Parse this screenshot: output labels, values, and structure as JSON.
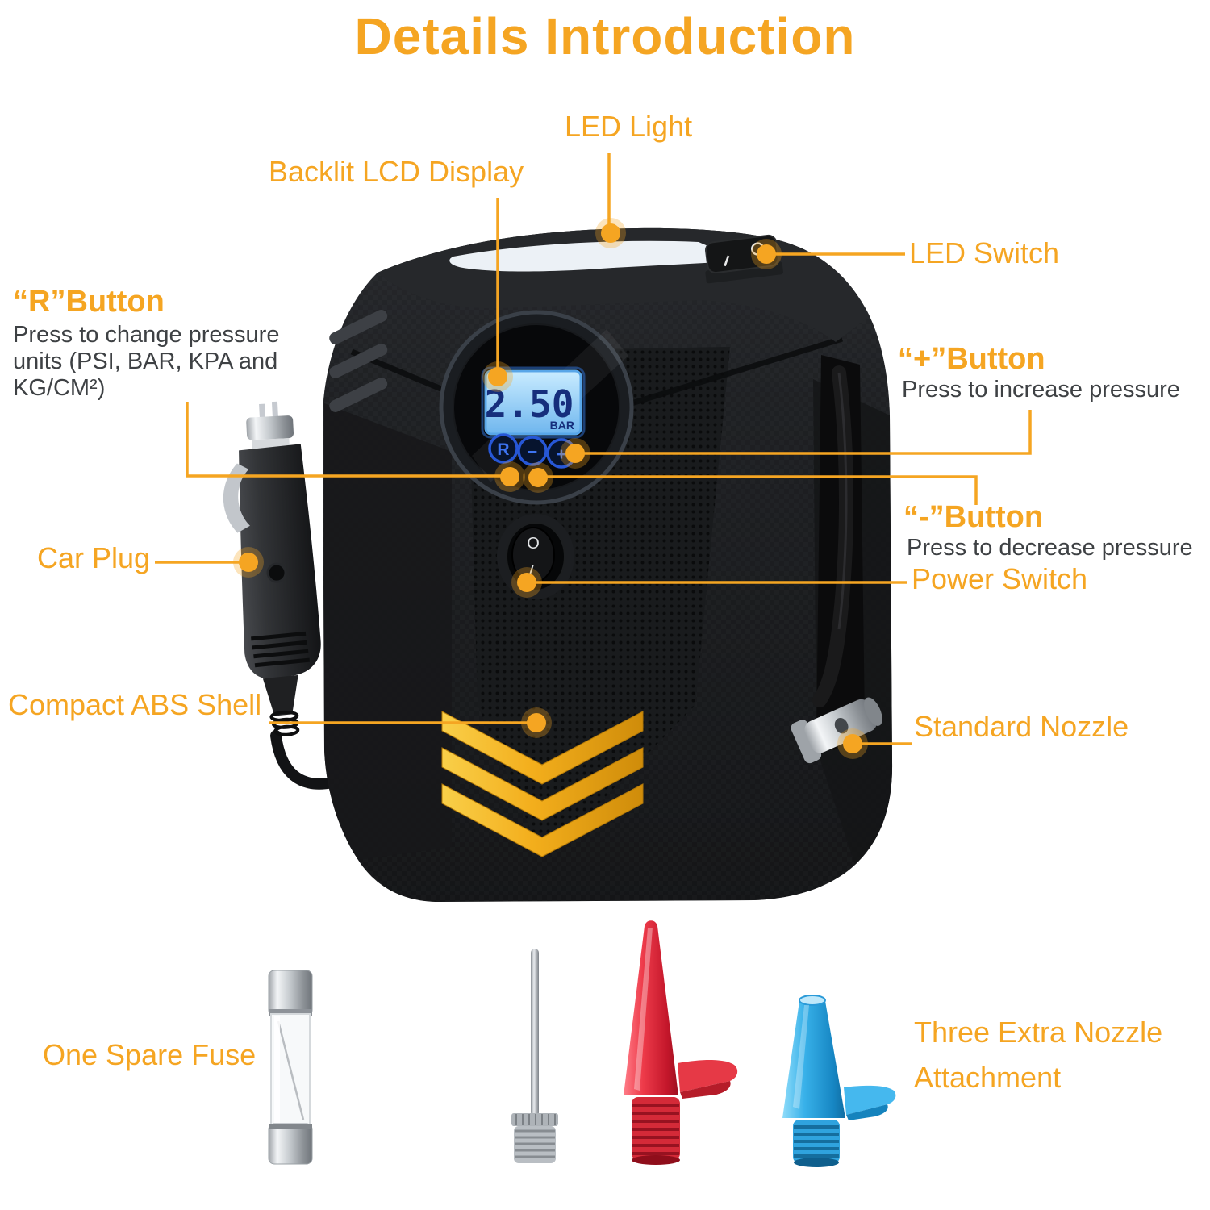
{
  "title": "Details Introduction",
  "colors": {
    "accent": "#F5A522",
    "desc_text": "#3E4144",
    "lcd_backlight": "#8FC9F4",
    "lcd_digits": "#162E7C",
    "chevron_gold": "#F2AE1C",
    "red_nozzle": "#E23946",
    "blue_nozzle": "#2FA3DE",
    "background": "#FFFFFF"
  },
  "callouts": {
    "led_light": {
      "label": "LED Light"
    },
    "backlit_lcd": {
      "label": "Backlit LCD Display"
    },
    "led_switch": {
      "label": "LED Switch"
    },
    "r_button": {
      "label": "“R”Button",
      "desc": "Press to change pressure units (PSI, BAR, KPA and KG/CM²)"
    },
    "plus_button": {
      "label": "“+”Button",
      "desc": "Press to increase pressure"
    },
    "minus_button": {
      "label": "“-”Button",
      "desc": "Press to decrease pressure"
    },
    "power_switch": {
      "label": "Power Switch"
    },
    "car_plug": {
      "label": "Car Plug"
    },
    "abs_shell": {
      "label": "Compact ABS Shell"
    },
    "standard_nozzle": {
      "label": "Standard Nozzle"
    },
    "spare_fuse": {
      "label": "One Spare Fuse"
    },
    "extra_nozzles": {
      "label": "Three Extra Nozzle Attachment"
    }
  },
  "device": {
    "lcd_value": "2.50",
    "lcd_unit": "BAR",
    "gauge_buttons": [
      "R",
      "−",
      "+"
    ],
    "power_switch_marks": {
      "off": "O",
      "on": "I"
    },
    "led_switch_marks": {
      "off": "O",
      "on": "I"
    }
  }
}
